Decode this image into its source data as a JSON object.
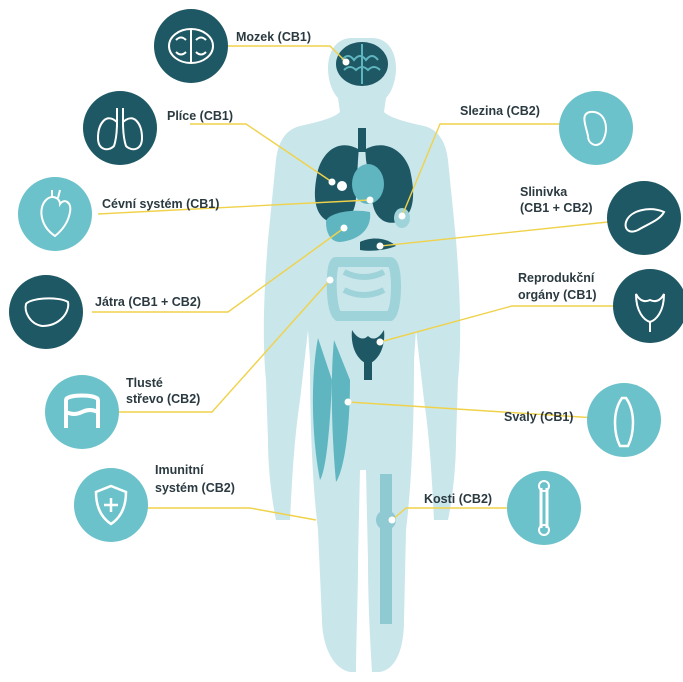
{
  "colors": {
    "body": "#bfe1e7",
    "body_dark": "#8fc9d2",
    "organ_dark": "#1e5864",
    "organ_mid": "#5fb6c0",
    "organ_light": "#9fd3da",
    "circle_dark": "#1e5864",
    "circle_light": "#6cc2ca",
    "connector": "#f0d24a",
    "text": "#2b3a40"
  },
  "labels": {
    "mozek": "Mozek (CB1)",
    "plice": "Plíce (CB1)",
    "cevni_line1": "Cévní systém (CB1)",
    "jatra": "Játra (CB1 + CB2)",
    "tluste_line1": "Tlusté",
    "tluste_line2": "střevo (CB2)",
    "imunitni_line1": "Imunitní",
    "imunitni_line2": "systém (CB2)",
    "slezina": "Slezina (CB2)",
    "slinivka_line1": "Slinivka",
    "slinivka_line2": "(CB1 + CB2)",
    "reprodukcni_line1": "Reprodukční",
    "reprodukcni_line2": "orgány (CB1)",
    "svaly": "Svaly (CB1)",
    "kosti": "Kosti (CB2)"
  },
  "icons": {
    "mozek": "brain-icon",
    "plice": "lungs-icon",
    "cevni": "heart-icon",
    "jatra": "liver-icon",
    "tluste": "colon-icon",
    "imunitni": "shield-icon",
    "slezina": "spleen-icon",
    "slinivka": "pancreas-icon",
    "reprodukcni": "reproductive-organs-icon",
    "svaly": "muscle-icon",
    "kosti": "bone-icon"
  }
}
